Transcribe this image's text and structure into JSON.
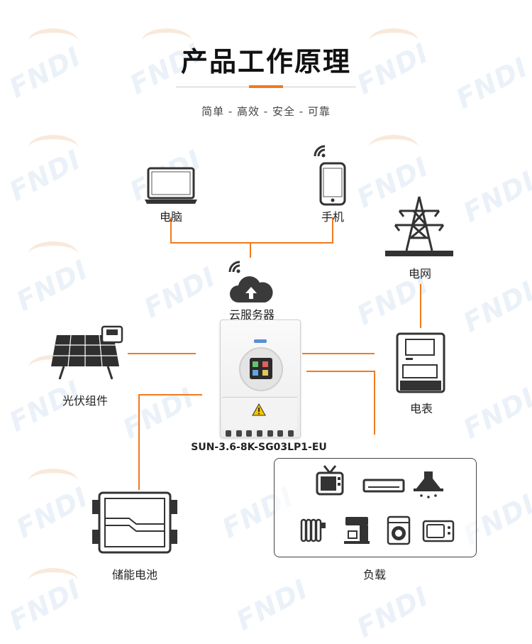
{
  "header": {
    "title": "产品工作原理",
    "subtitle": "简单 - 高效 - 安全 - 可靠"
  },
  "nodes": {
    "computer": "电脑",
    "phone": "手机",
    "cloud_server": "云服务器",
    "grid": "电网",
    "pv_module": "光伏组件",
    "meter": "电表",
    "inverter_model": "SUN-3.6-8K-SG03LP1-EU",
    "battery": "储能电池",
    "load": "负载"
  },
  "watermark": "FNDI",
  "colors": {
    "accent": "#f27a1f",
    "title_text": "#111111",
    "watermark_blue": "#dbe7f3",
    "watermark_orange": "#f6dcc4"
  },
  "load_icons": [
    "tv-icon",
    "ac-unit-icon",
    "range-hood-icon",
    "oil-heater-icon",
    "coffee-machine-icon",
    "washing-machine-icon",
    "microwave-icon"
  ],
  "wifi_icon": "wifi-icon"
}
